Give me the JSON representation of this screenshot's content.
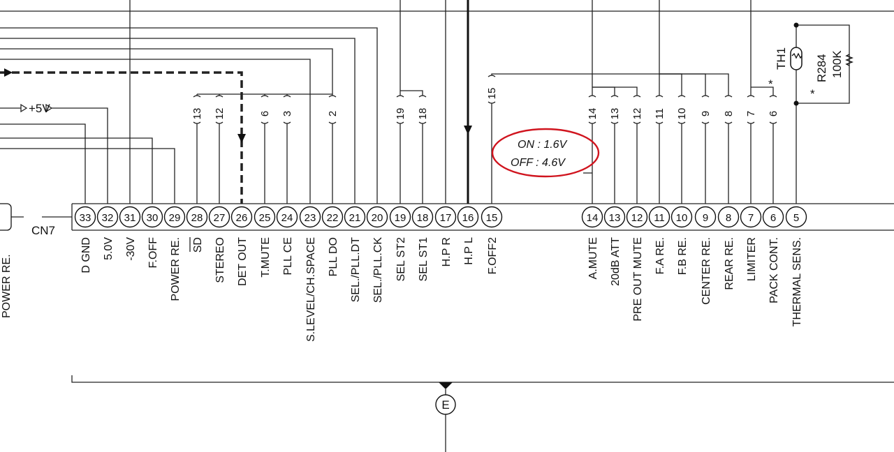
{
  "connector": {
    "name": "CN7",
    "pins": [
      {
        "num": "33",
        "label": "D GND"
      },
      {
        "num": "32",
        "label": "5.0V"
      },
      {
        "num": "31",
        "label": "-30V"
      },
      {
        "num": "30",
        "label": "F.OFF"
      },
      {
        "num": "29",
        "label": "POWER RE."
      },
      {
        "num": "28",
        "label": "SD"
      },
      {
        "num": "27",
        "label": "STEREO"
      },
      {
        "num": "26",
        "label": "DET OUT"
      },
      {
        "num": "25",
        "label": "T.MUTE"
      },
      {
        "num": "24",
        "label": "PLL CE"
      },
      {
        "num": "23",
        "label": "S.LEVEL/CH.SPACE"
      },
      {
        "num": "22",
        "label": "PLL DO"
      },
      {
        "num": "21",
        "label": "SEL./PLL.DT"
      },
      {
        "num": "20",
        "label": "SEL./PLL.CK"
      },
      {
        "num": "19",
        "label": "SEL ST2"
      },
      {
        "num": "18",
        "label": "SEL ST1"
      },
      {
        "num": "17",
        "label": "H.P R"
      },
      {
        "num": "16",
        "label": "H.P L"
      },
      {
        "num": "15",
        "label": "F.OFF2"
      },
      {
        "num": "14",
        "label": "A.MUTE"
      },
      {
        "num": "13",
        "label": "20dB ATT"
      },
      {
        "num": "12",
        "label": "PRE OUT MUTE"
      },
      {
        "num": "11",
        "label": "F.A RE."
      },
      {
        "num": "10",
        "label": "F.B RE."
      },
      {
        "num": "9",
        "label": "CENTER RE."
      },
      {
        "num": "8",
        "label": "REAR RE."
      },
      {
        "num": "7",
        "label": "LIMITER"
      },
      {
        "num": "6",
        "label": "PACK CONT."
      },
      {
        "num": "5",
        "label": "THERMAL SENS."
      }
    ]
  },
  "wire_numbers": {
    "left": [
      "13",
      "12",
      "6",
      "3",
      "2"
    ],
    "sel": [
      "19",
      "18"
    ],
    "foff2": "15",
    "right": [
      "14",
      "13",
      "12",
      "11",
      "10",
      "9",
      "8",
      "7",
      "6"
    ]
  },
  "supply_label": "+5V",
  "cut_label": "POWER RE.",
  "annotation": {
    "on": "ON : 1.6V",
    "off": "OFF : 4.6V",
    "color": "#d0141e"
  },
  "components": {
    "thermistor": "TH1",
    "resistor_name": "R284",
    "resistor_value": "100K",
    "mark": "*"
  },
  "ground_symbol": "E"
}
